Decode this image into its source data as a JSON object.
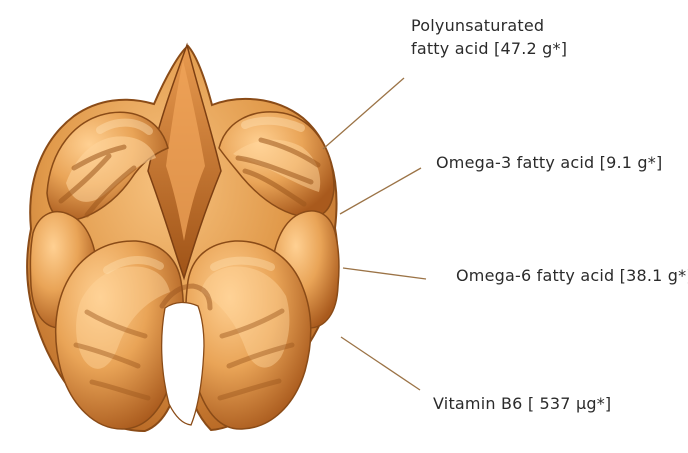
{
  "labels": {
    "polyunsaturated_line1": "Polyunsaturated",
    "polyunsaturated_line2": "fatty acid [47.2 g*]",
    "omega3": "Omega-3 fatty acid [9.1 g*]",
    "omega6": "Omega-6 fatty acid [38.1 g*]",
    "vitamin_b6": "Vitamin B6 [ 537 µg*]"
  },
  "colors": {
    "walnut_light": "#f0b36d",
    "walnut_mid": "#d8893a",
    "walnut_dark": "#8b4c18",
    "leader_line": "#9b7346",
    "text": "#2b2b2b"
  },
  "illustration": {
    "icon": "walnut-kernel-illustration"
  }
}
